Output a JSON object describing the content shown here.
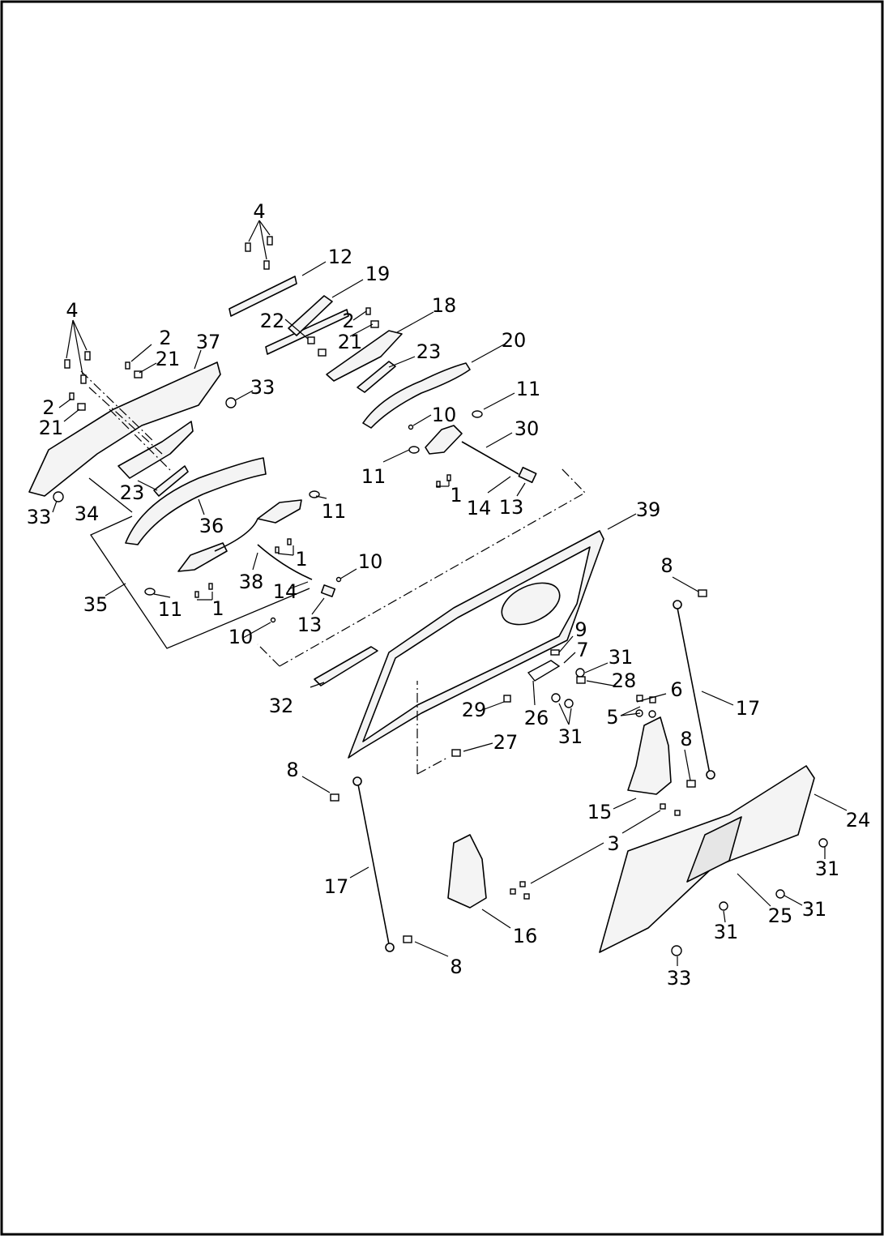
{
  "diagram": {
    "callouts": [
      "4",
      "12",
      "19",
      "22",
      "2",
      "21",
      "18",
      "4",
      "2",
      "21",
      "37",
      "33",
      "23",
      "20",
      "11",
      "10",
      "30",
      "2",
      "21",
      "11",
      "1",
      "14",
      "13",
      "23",
      "34",
      "33",
      "11",
      "36",
      "1",
      "38",
      "10",
      "39",
      "8",
      "35",
      "11",
      "1",
      "14",
      "13",
      "10",
      "9",
      "7",
      "31",
      "28",
      "6",
      "32",
      "29",
      "26",
      "5",
      "17",
      "27",
      "31",
      "8",
      "8",
      "15",
      "24",
      "3",
      "17",
      "31",
      "16",
      "25",
      "31",
      "31",
      "8",
      "33"
    ]
  },
  "colors": {
    "ink": "#000000",
    "paper": "#ffffff",
    "part_fill": "#f4f4f4"
  }
}
